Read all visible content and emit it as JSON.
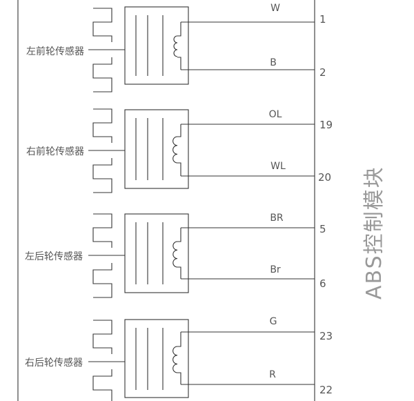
{
  "module_label": "ABS控制模块",
  "sensors": [
    {
      "name": "左前轮传感器",
      "wires": [
        {
          "color": "W",
          "pin": "1"
        },
        {
          "color": "B",
          "pin": "2"
        }
      ]
    },
    {
      "name": "右前轮传感器",
      "wires": [
        {
          "color": "OL",
          "pin": "19"
        },
        {
          "color": "WL",
          "pin": "20"
        }
      ]
    },
    {
      "name": "左后轮传感器",
      "wires": [
        {
          "color": "BR",
          "pin": "5"
        },
        {
          "color": "Br",
          "pin": "6"
        }
      ]
    },
    {
      "name": "右后轮传感器",
      "wires": [
        {
          "color": "G",
          "pin": "23"
        },
        {
          "color": "R",
          "pin": "22"
        }
      ]
    }
  ]
}
